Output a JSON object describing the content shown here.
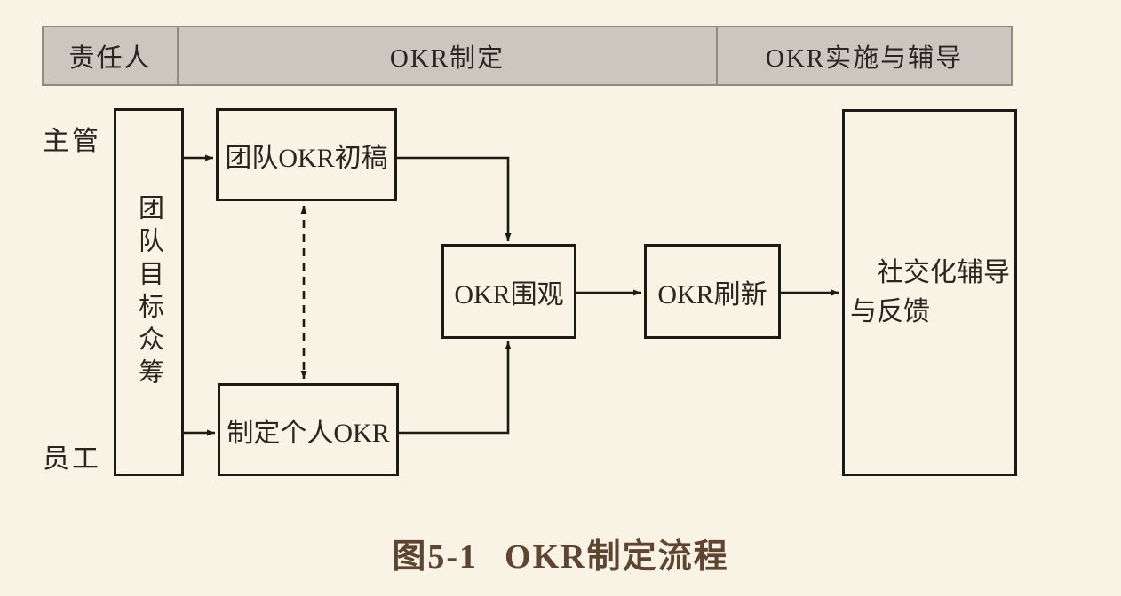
{
  "palette": {
    "background": "#f8f3e5",
    "header_fill": "#cbc7bf",
    "header_border": "#8f8b83",
    "line_color": "#1c1a15",
    "text_color": "#29251f",
    "caption_color": "#5d4532"
  },
  "header": {
    "columns": [
      {
        "id": "owner",
        "label": "责任人"
      },
      {
        "id": "okr-setting",
        "label": "OKR制定"
      },
      {
        "id": "okr-implementation",
        "label": "OKR实施与辅导"
      }
    ]
  },
  "lanes": {
    "supervisor": "主管",
    "employee": "员工"
  },
  "nodes": {
    "crowdsource": {
      "label": "团队目标众筹"
    },
    "team_draft": {
      "label": "团队OKR初稿"
    },
    "personal_okr": {
      "label": "制定个人OKR"
    },
    "review": {
      "label": "OKR围观"
    },
    "refresh": {
      "label": "OKR刷新"
    },
    "coaching": {
      "line1": "社交化辅导",
      "line2": "与反馈"
    }
  },
  "caption": {
    "figure_label": "图5-1",
    "title": "OKR制定流程"
  }
}
